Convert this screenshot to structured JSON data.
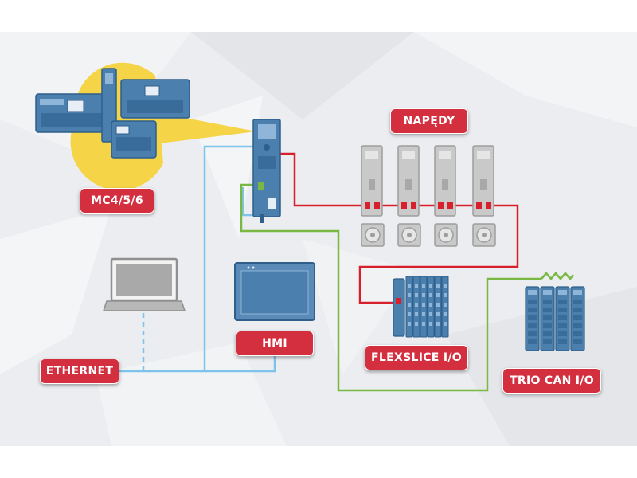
{
  "labels": {
    "controller": "MC4/5/6",
    "drives": "NAPĘDY",
    "hmi": "HMI",
    "ethernet": "ETHERNET",
    "flexslice": "FLEXSLICE I/O",
    "trio_can": "TRIO CAN I/O"
  },
  "colors": {
    "background": "#ebedf0",
    "badge": "#d32f3f",
    "ethernet_link": "#7ec4ea",
    "drive_link": "#d8202c",
    "can_link": "#79b943",
    "device_blue": "#4a7fae",
    "device_gray": "#c9c9c9",
    "highlight": "#f5d547"
  }
}
